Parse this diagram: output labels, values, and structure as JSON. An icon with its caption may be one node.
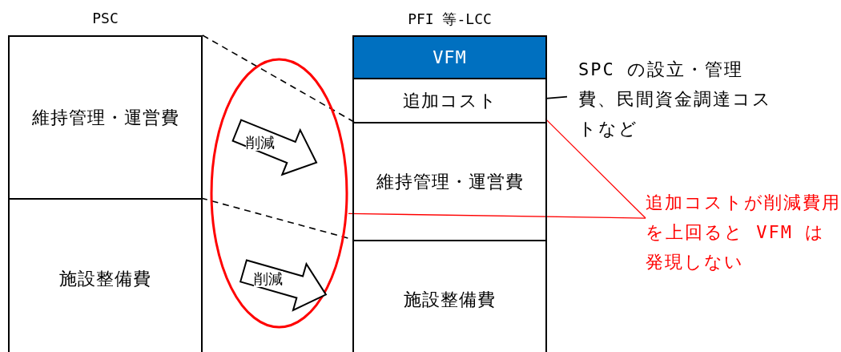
{
  "diagram": {
    "nodes": [
      {
        "text": [
          "PSC"
        ]
      },
      {
        "text": [
          "維持管理・運営費"
        ],
        "in": 0
      },
      {
        "text": [
          "施設整備費"
        ],
        "in": 0
      },
      {
        "text": [
          "PFI 等-LCC"
        ]
      },
      {
        "text": [
          "VFM"
        ],
        "in": 3
      },
      {
        "text": [
          "追加コスト"
        ],
        "in": 3
      },
      {
        "text": [
          "維持管理・運営費"
        ],
        "in": 3
      },
      {
        "text": [
          "施設整備費"
        ],
        "in": 3
      },
      {
        "text": [],
        "shape": "circle"
      },
      {
        "text": [
          "削減"
        ],
        "in": 8
      },
      {
        "text": [
          "削減"
        ],
        "in": 8
      },
      {
        "text": [
          "SPC の設立・管理費、民間資金調達コストなど"
        ]
      },
      {
        "text": [
          "追加コストが削減費用を上回ると VFM は発現しない"
        ]
      }
    ],
    "edges": [
      {
        "from": 0,
        "to": 6,
        "arrow": "none",
        "style": "dashed"
      },
      {
        "from": 2,
        "to": 7,
        "arrow": "none",
        "style": "dashed"
      },
      {
        "from": 11,
        "to": 5,
        "arrow": "none"
      },
      {
        "from": 12,
        "to": 5,
        "arrow": "none",
        "color": "#ff0000"
      },
      {
        "from": 12,
        "to": 8,
        "arrow": "none",
        "color": "#ff0000"
      }
    ]
  }
}
